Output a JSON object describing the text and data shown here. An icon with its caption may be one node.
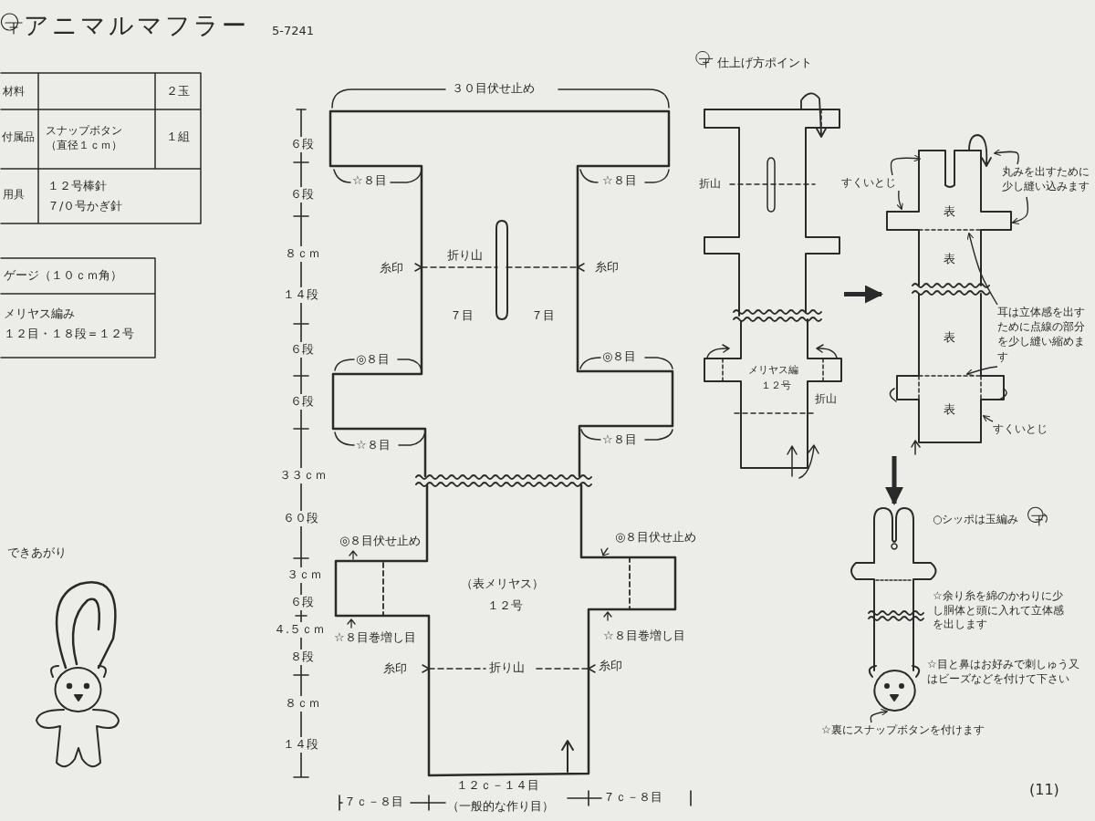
{
  "diagram": {
    "title": "アニマルマフラー",
    "nodes": [
      {
        "text": [],
        "shape": "picture"
      },
      {
        "text": [],
        "shape": "picture"
      },
      {
        "text": [],
        "shape": "picture"
      },
      {
        "text": [
          "すくいとじ"
        ]
      },
      {
        "text": [
          "丸みを出すために少し縫い込みます"
        ]
      },
      {
        "text": [
          "耳は立体感を出すために点線の部分を少し縫い縮めます"
        ]
      },
      {
        "text": [
          "すくいとじ"
        ]
      },
      {
        "text": [
          "☆裏にスナップボタンを付けます"
        ]
      }
    ],
    "edges": [
      {
        "from": 0,
        "to": 1,
        "arrow": "to",
        "style": "thick"
      },
      {
        "from": 1,
        "to": 2,
        "arrow": "to",
        "style": "thick"
      },
      {
        "from": 3,
        "to": 1,
        "arrow": "to"
      },
      {
        "from": 3,
        "to": 1,
        "arrow": "to"
      },
      {
        "from": 4,
        "to": 1,
        "arrow": "to"
      },
      {
        "from": 4,
        "to": 1,
        "arrow": "to"
      },
      {
        "from": 5,
        "to": 1,
        "arrow": "to"
      },
      {
        "from": 5,
        "to": 1,
        "arrow": "to"
      },
      {
        "from": 6,
        "to": 1,
        "arrow": "to"
      },
      {
        "from": 7,
        "to": 2,
        "arrow": "to"
      }
    ],
    "labels": [
      "5-7241",
      "材料",
      "２玉",
      "付属品",
      "スナップボタン（直径１ｃｍ）",
      "１組",
      "用具",
      "１２号棒針",
      "７/０号かぎ針",
      "ゲージ（１０ｃｍ角）",
      "メリヤス編み",
      "１２目・１８段＝１２号",
      "できあがり",
      "６段",
      "６段",
      "８ｃｍ",
      "１４段",
      "６段",
      "６段",
      "３３ｃｍ",
      "６０段",
      "３ｃｍ",
      "６段",
      "４.５ｃｍ",
      "８段",
      "８ｃｍ",
      "１４段",
      "３０目伏せ止め",
      "☆８目",
      "☆８目",
      "折り山",
      "糸印",
      "糸印",
      "７目",
      "７目",
      "◎８目",
      "◎８目",
      "☆８目",
      "☆８目",
      "◎８目伏せ止め",
      "◎８目伏せ止め",
      "（表メリヤス）",
      "１２号",
      "☆８目巻増し目",
      "☆８目巻増し目",
      "糸印",
      "折り山",
      "糸印",
      "１２ｃ－１４目",
      "７ｃ－８目",
      "７ｃ－８目",
      "（一般的な作り目）",
      "仕上げ方ポイント",
      "折山",
      "メリヤス編",
      "１２号",
      "折山",
      "表",
      "表",
      "表",
      "表",
      "○シッポは玉編み",
      "☆余り糸を綿のかわりに少し胴体と頭に入れて立体感を出します",
      "☆目と鼻はお好みで刺しゅう又はビーズなどを付けて下さい",
      "(11)"
    ]
  }
}
